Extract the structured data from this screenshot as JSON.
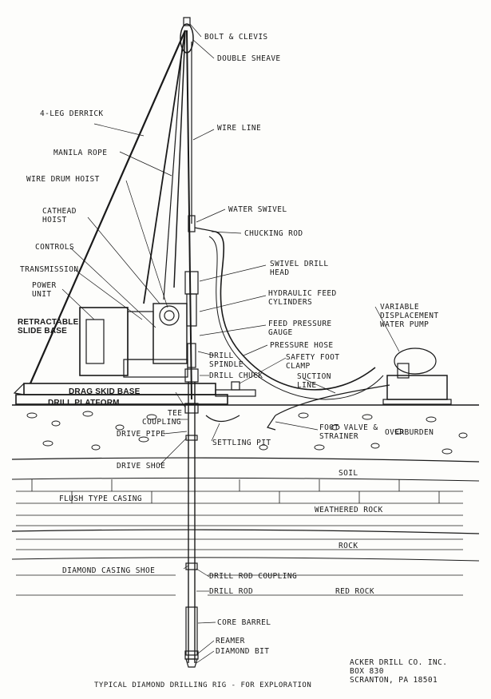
{
  "labels": {
    "bolt_clevis": "BOLT & CLEVIS",
    "double_sheave": "DOUBLE SHEAVE",
    "four_leg_derrick": "4-LEG DERRICK",
    "wire_line": "WIRE LINE",
    "manila_rope": "MANILA ROPE",
    "wire_drum_hoist": "WIRE DRUM HOIST",
    "cathead_hoist": "CATHEAD\nHOIST",
    "water_swivel": "WATER SWIVEL",
    "chucking_rod": "CHUCKING ROD",
    "controls": "CONTROLS",
    "transmission": "TRANSMISSION",
    "power_unit": "POWER\nUNIT",
    "swivel_drill_head": "SWIVEL DRILL\nHEAD",
    "hydraulic_feed_cylinders": "HYDRAULIC FEED\nCYLINDERS",
    "variable_displacement_pump": "VARIABLE\nDISPLACEMENT\nWATER PUMP",
    "retractable_slide_base": "RETRACTABLE\nSLIDE BASE",
    "feed_pressure_gauge": "FEED PRESSURE\nGAUGE",
    "pressure_hose": "PRESSURE HOSE",
    "drill_spindle": "DRILL\nSPINDLE",
    "safety_foot_clamp": "SAFETY FOOT\nCLAMP",
    "drill_chuck": "DRILL CHUCK",
    "suction_line": "SUCTION\nLINE",
    "drag_skid_base": "DRAG SKID BASE",
    "drill_platform": "DRILL PLATFORM",
    "tee": "TEE",
    "coupling": "COUPLING",
    "foot_valve_strainer": "FOOT VALVE &\nSTRAINER",
    "overburden": "OVERBURDEN",
    "drive_pipe": "DRIVE PIPE",
    "settling_pit": "SETTLING PIT",
    "drive_shoe": "DRIVE SHOE",
    "soil": "SOIL",
    "flush_type_casing": "FLUSH TYPE CASING",
    "weathered_rock": "WEATHERED ROCK",
    "rock": "ROCK",
    "diamond_casing_shoe": "DIAMOND CASING SHOE",
    "drill_rod_coupling": "DRILL ROD COUPLING",
    "drill_rod": "DRILL ROD",
    "red_rock": "RED ROCK",
    "core_barrel": "CORE BARREL",
    "reamer": "REAMER",
    "diamond_bit": "DIAMOND BIT",
    "company": "ACKER DRILL CO. INC.\nBOX 830\nSCRANTON, PA 18501"
  },
  "caption": "TYPICAL DIAMOND DRILLING RIG - FOR EXPLORATION",
  "colors": {
    "ink": "#1a1a1a",
    "paper": "#fdfdfb"
  }
}
